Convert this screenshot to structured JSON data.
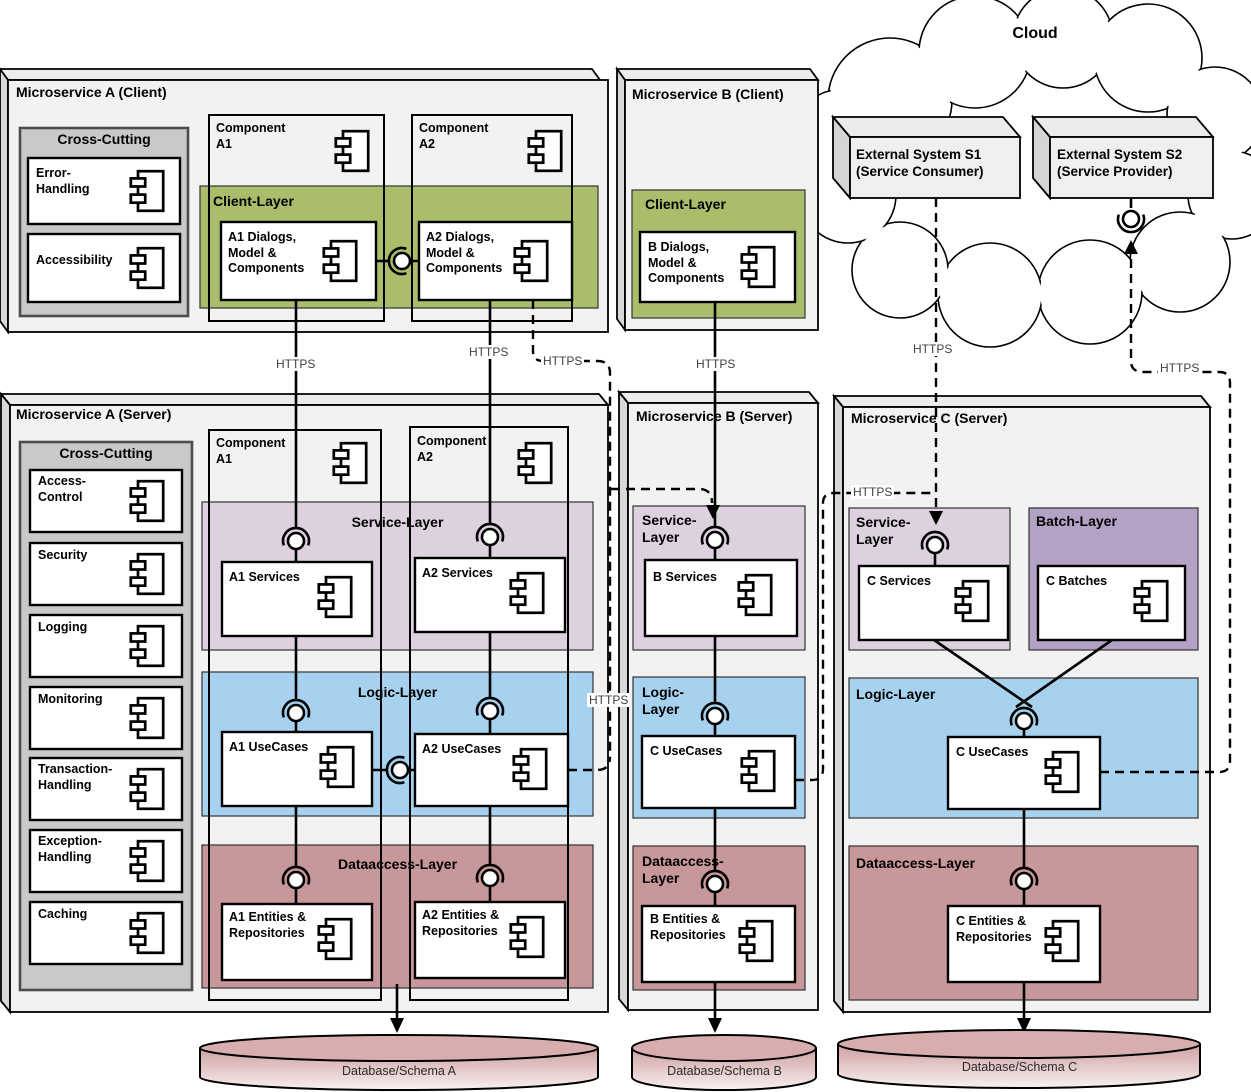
{
  "connections": {
    "https_label": "HTTPS"
  },
  "cloud": {
    "label": "Cloud",
    "s1_label": "External System S1\n(Service Consumer)",
    "s2_label": "External System S2\n(Service Provider)"
  },
  "msAClient": {
    "title": "Microservice A (Client)",
    "crossCutting": {
      "title": "Cross-Cutting",
      "items": [
        {
          "label": "Error-\nHandling"
        },
        {
          "label": "Accessibility"
        }
      ]
    },
    "componentA1": {
      "label": "Component\nA1"
    },
    "componentA2": {
      "label": "Component\nA2"
    },
    "clientLayer": {
      "title": "Client-Layer",
      "a1Dialogs": "A1 Dialogs,\nModel &\nComponents",
      "a2Dialogs": "A2 Dialogs,\nModel &\nComponents"
    }
  },
  "msBClient": {
    "title": "Microservice B (Client)",
    "clientLayer": {
      "title": "Client-Layer",
      "bDialogs": "B Dialogs,\nModel &\nComponents"
    }
  },
  "msAServer": {
    "title": "Microservice A (Server)",
    "crossCutting": {
      "title": "Cross-Cutting",
      "items": [
        {
          "label": "Access-\nControl"
        },
        {
          "label": "Security"
        },
        {
          "label": "Logging"
        },
        {
          "label": "Monitoring"
        },
        {
          "label": "Transaction-\nHandling"
        },
        {
          "label": "Exception-\nHandling"
        },
        {
          "label": "Caching"
        }
      ]
    },
    "componentA1": {
      "label": "Component\nA1"
    },
    "componentA2": {
      "label": "Component\nA2"
    },
    "serviceLayer": {
      "title": "Service-Layer",
      "a1": "A1 Services",
      "a2": "A2 Services"
    },
    "logicLayer": {
      "title": "Logic-Layer",
      "a1": "A1 UseCases",
      "a2": "A2 UseCases"
    },
    "dataLayer": {
      "title": "Dataaccess-Layer",
      "a1": "A1 Entities &\nRepositories",
      "a2": "A2 Entities &\nRepositories"
    }
  },
  "msBServer": {
    "title": "Microservice B (Server)",
    "serviceLayer": {
      "title": "Service-\nLayer",
      "b": "B Services"
    },
    "logicLayer": {
      "title": "Logic-\nLayer",
      "c": "C UseCases"
    },
    "dataLayer": {
      "title": "Dataaccess-\nLayer",
      "b": "B Entities &\nRepositories"
    }
  },
  "msCServer": {
    "title": "Microservice C (Server)",
    "serviceLayer": {
      "title": "Service-\nLayer",
      "c": "C Services"
    },
    "batchLayer": {
      "title": "Batch-Layer",
      "c": "C Batches"
    },
    "logicLayer": {
      "title": "Logic-Layer",
      "c": "C UseCases"
    },
    "dataLayer": {
      "title": "Dataaccess-Layer",
      "c": "C Entities &\nRepositories"
    }
  },
  "databases": {
    "a": "Database/Schema A",
    "b": "Database/Schema B",
    "c": "Database/Schema C"
  },
  "colors": {
    "client_layer_green": "#a9bd6b",
    "service_layer_purple": "#ddd1df",
    "batch_layer_purple": "#b3a1c6",
    "logic_layer_blue": "#a7d2ef",
    "dataaccess_layer_rose": "#c79799",
    "cross_cutting_gray": "#c9c9c9",
    "box_gray": "#f2f2f2",
    "database_pink": "#cf9f9f"
  }
}
